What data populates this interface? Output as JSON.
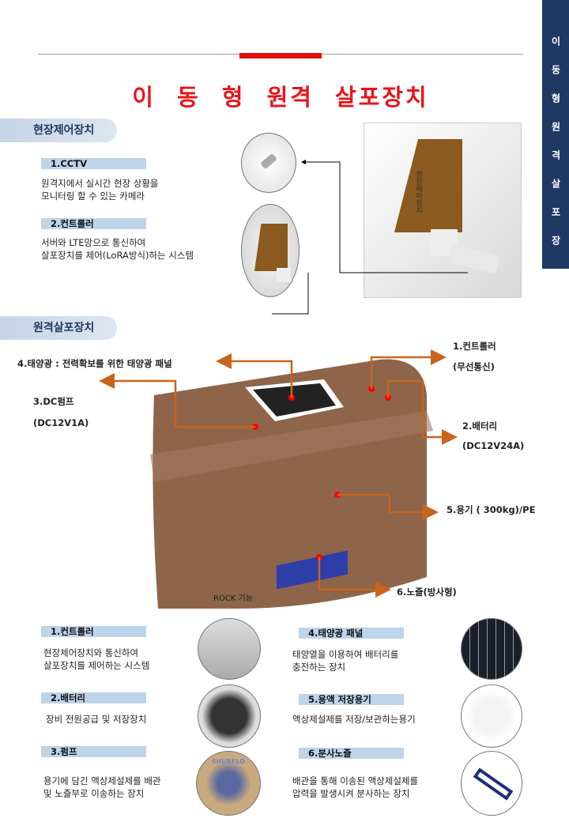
{
  "title": "이 동 형   원격 살포장치",
  "sidebar": "이 동 형 원 격 살 포 장 치",
  "section1": {
    "heading": "현장제어장치",
    "items": [
      {
        "label": "1.CCTV",
        "desc1": "원격지에서 실시간 현장 상황을",
        "desc2": "모니터링 할 수 있는 카메라"
      },
      {
        "label": "2.컨트롤러",
        "desc1": "서버와 LTE망으로 통신하여",
        "desc2": "살포장치를 제어(LoRA방식)하는 시스템"
      }
    ],
    "box_text": "현장제어장치"
  },
  "section2": {
    "heading": "원격살포장치",
    "callouts": {
      "solar": "4.태양광 : 전력확보를 위한 태양광 패널",
      "ctrl1": "1.컨트롤러",
      "ctrl2": "(무선통신)",
      "pump1": "3.DC펌프",
      "pump2": "(DC12V1A)",
      "bat1": "2.배터리",
      "bat2": "(DC12V24A)",
      "tank": "5.용기 ( 300kg)/PE",
      "nozzle": "6.노즐(방사형)",
      "rock": "ROCK 기능"
    }
  },
  "components": [
    {
      "label": "1.컨트롤러",
      "desc1": "현장제어장치와 통신하여",
      "desc2": "살포장치를 제어하는 시스템"
    },
    {
      "label": "2.배터리",
      "desc1": "장비 전원공급 및 저장장치",
      "desc2": ""
    },
    {
      "label": "3.펌프",
      "desc1": "용기에 담긴 액상제설제를 배관",
      "desc2": "및 노즐부로 이송하는 장치",
      "brand": "SHURFLO"
    },
    {
      "label": "4.태양광 패널",
      "desc1": "태양열을 이용하여 배터리를",
      "desc2": "충전하는 장치"
    },
    {
      "label": "5.용액 저장용기",
      "desc1": "액상제설제를 저장/보관하는용기",
      "desc2": ""
    },
    {
      "label": "6.분사노즐",
      "desc1": "배관을 통해 이송된 액상제설제를",
      "desc2": "압력을 발생시켜 분사하는 장치"
    }
  ],
  "colors": {
    "accent": "#e8141b",
    "navy": "#1f3864",
    "arrow": "#c8651b"
  }
}
